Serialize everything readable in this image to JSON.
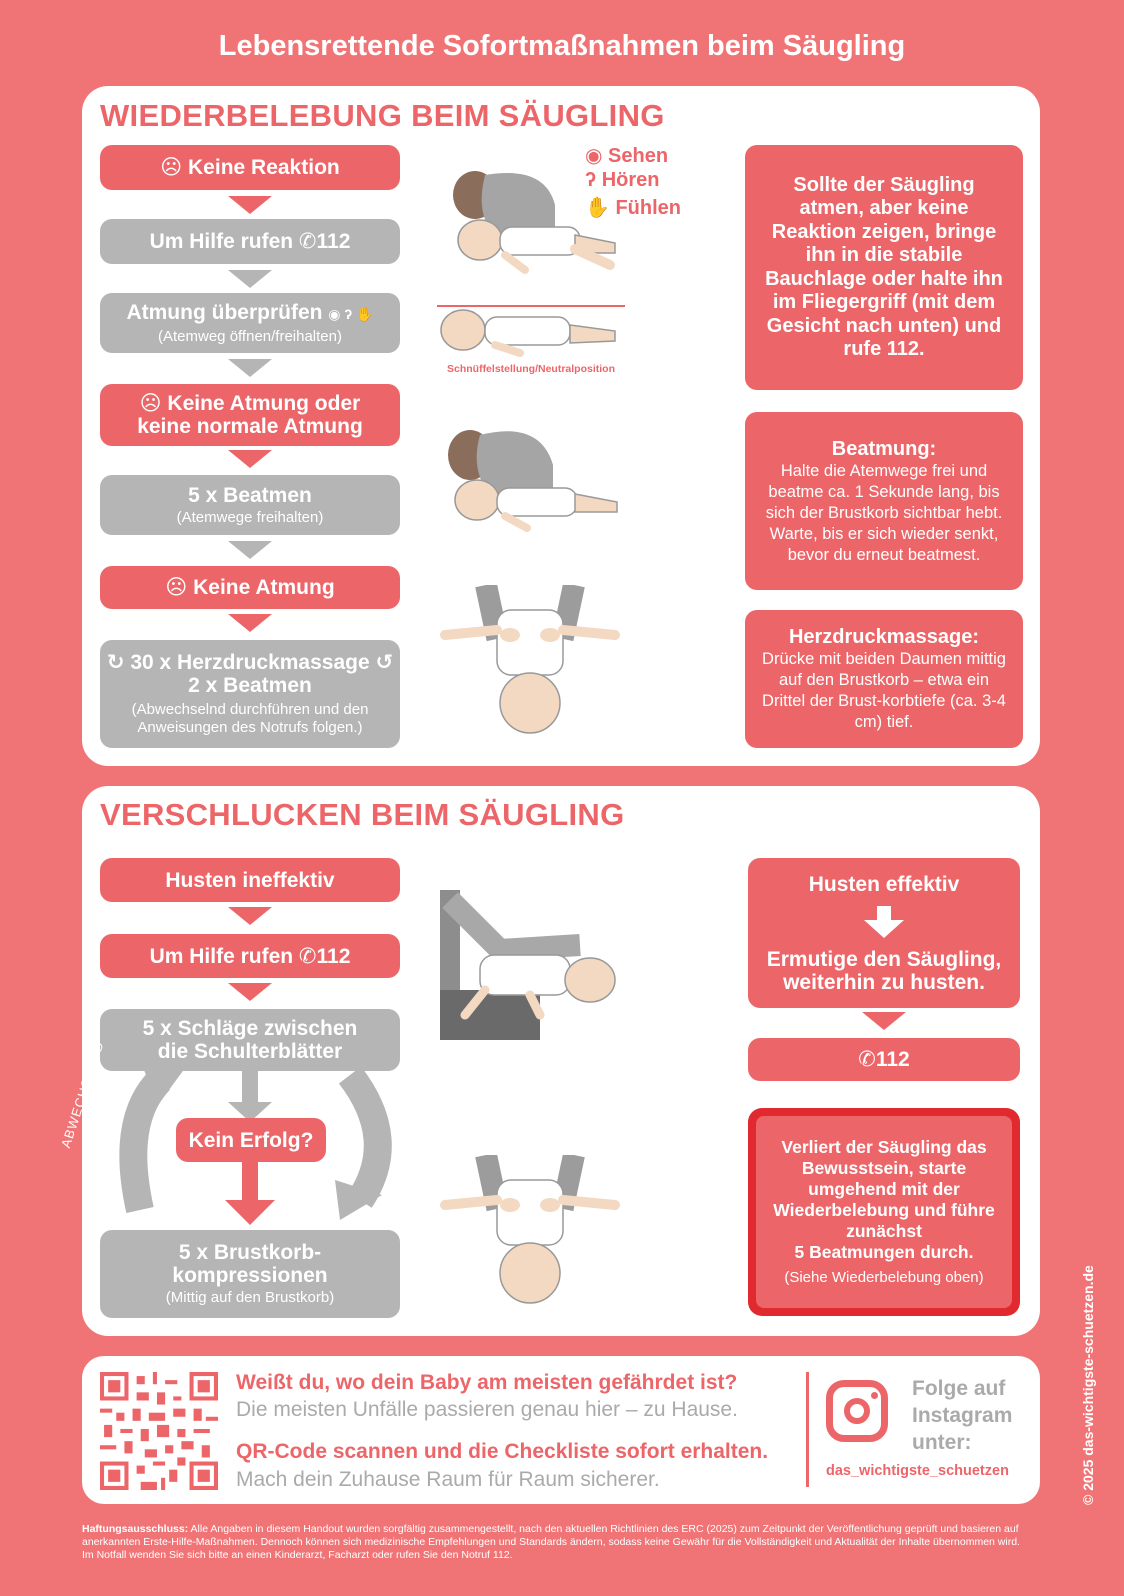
{
  "title": "Lebensrettende Sofortmaßnahmen beim Säugling",
  "cpr": {
    "heading": "WIEDERBELEBUNG BEIM SÄUGLING",
    "steps": {
      "no_reaction": "Keine Reaktion",
      "call_help": "Um Hilfe rufen",
      "call_number": "112",
      "check_breathing": "Atmung überprüfen",
      "check_breathing_sub": "(Atemweg öffnen/freihalten)",
      "no_breathing_1": "Keine Atmung oder",
      "no_breathing_2": "keine normale Atmung",
      "rescue_breaths": "5 x Beatmen",
      "rescue_breaths_sub": "(Atemwege freihalten)",
      "no_breathing_short": "Keine Atmung",
      "compressions": "30 x Herzdruckmassage",
      "breaths": "2 x Beatmen",
      "cycle_sub_1": "(Abwechselnd durchführen und den",
      "cycle_sub_2": "Anweisungen des Notrufs folgen.)"
    },
    "senses": {
      "see": "Sehen",
      "hear": "Hören",
      "feel": "Fühlen"
    },
    "position_label": "Schnüffelstellung/Neutralposition",
    "info_recovery": "Sollte der Säugling atmen, aber keine Reaktion zeigen, bringe ihn in die stabile Bauchlage oder halte ihn im Fliegergriff (mit dem Gesicht nach unten) und rufe 112.",
    "info_breathing_title": "Beatmung:",
    "info_breathing_text": "Halte die Atemwege frei und beatme ca. 1 Sekunde lang, bis sich der Brustkorb sichtbar hebt. Warte, bis er sich wieder senkt, bevor du erneut beatmest.",
    "info_cpr_title": "Herzdruckmassage:",
    "info_cpr_text": "Drücke mit beiden Daumen mittig auf den Brustkorb – etwa ein Drittel der Brust-korbtiefe (ca. 3-4 cm) tief."
  },
  "choking": {
    "heading": "VERSCHLUCKEN BEIM SÄUGLING",
    "cough_ineffective": "Husten ineffektiv",
    "call_help": "Um Hilfe rufen",
    "call_number": "112",
    "back_blows_1": "5 x Schläge zwischen",
    "back_blows_2": "die Schulterblätter",
    "alternate": "ABWECHSELND",
    "perform": "DURCHFÜHREN",
    "no_success": "Kein Erfolg?",
    "chest_1": "5 x Brustkorb-",
    "chest_2": "kompressionen",
    "chest_sub": "(Mittig auf den Brustkorb)",
    "cough_effective": "Husten effektiv",
    "encourage": "Ermutige den Säugling, weiterhin zu husten.",
    "emergency_number": "112",
    "unconscious_text": "Verliert der Säugling das Bewusstsein, starte umgehend mit der Wiederbelebung und führe zunächst",
    "unconscious_bold": "5 Beatmungen durch.",
    "unconscious_sub": "(Siehe Wiederbelebung oben)"
  },
  "promo": {
    "question": "Weißt du, wo dein Baby am meisten gefährdet ist?",
    "line2": "Die meisten Unfälle passieren genau hier – zu Hause.",
    "line3": "QR-Code scannen und die Checkliste sofort erhalten.",
    "line4": "Mach dein Zuhause Raum für Raum sicherer.",
    "follow_1": "Folge auf",
    "follow_2": "Instagram",
    "follow_3": "unter:",
    "handle": "das_wichtigste_schuetzen"
  },
  "side_credit": "© 2025 das-wichtigste-schuetzen.de",
  "disclaimer_label": "Haftungsausschluss:",
  "disclaimer_text": "Alle Angaben in diesem Handout wurden sorgfältig zusammengestellt, nach den aktuellen Richtlinien des ERC (2025) zum Zeitpunkt der Veröffentlichung geprüft und basieren auf anerkannten Erste-Hilfe-Maßnahmen. Dennoch können sich medizinische Empfehlungen und Standards ändern, sodass keine Gewähr für die Vollständigkeit und Aktualität der Inhalte übernommen wird. Im Notfall wenden Sie sich bitte an einen Kinderarzt, Facharzt oder rufen Sie den Notruf 112.",
  "colors": {
    "background": "#f07476",
    "accent": "#ec6669",
    "gray": "#b5b5b5",
    "alert": "#e02a2f"
  }
}
